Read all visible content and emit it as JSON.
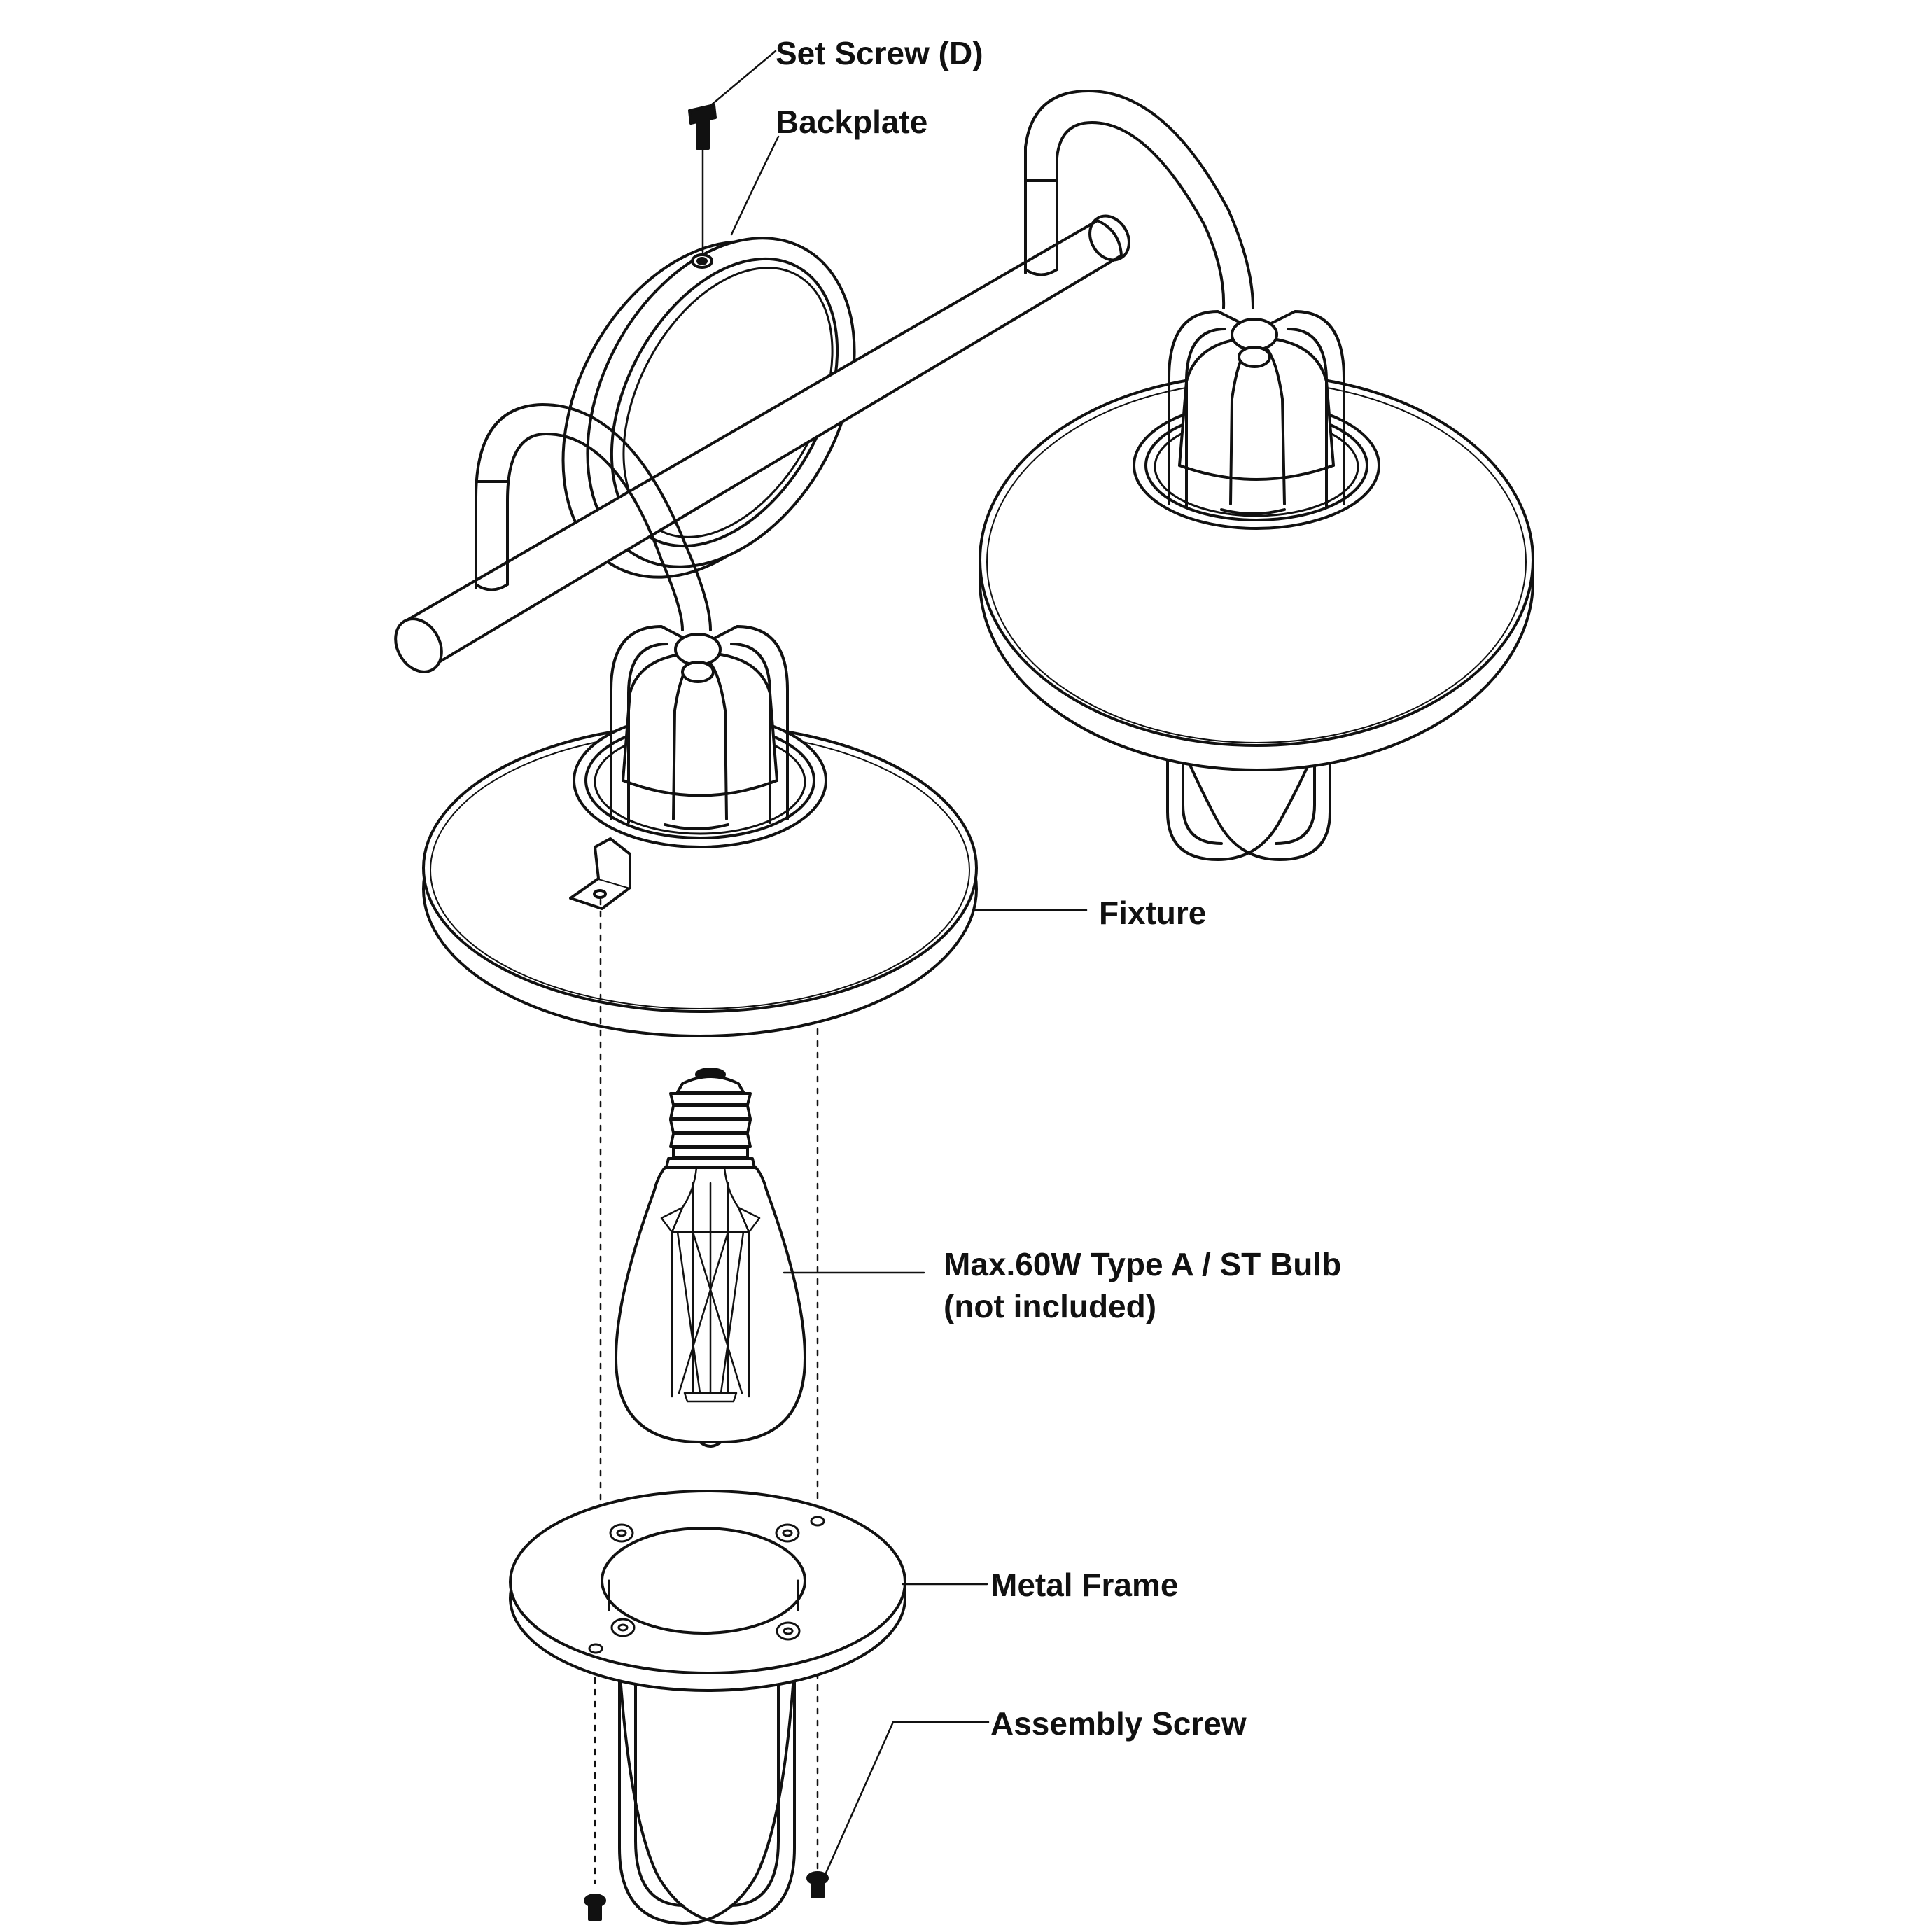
{
  "labels": {
    "set_screw": "Set Screw (D)",
    "backplate": "Backplate",
    "fixture": "Fixture",
    "bulb_line1": "Max.60W Type A / ST Bulb",
    "bulb_line2": "(not included)",
    "metal_frame": "Metal Frame",
    "assembly_screw": "Assembly Screw"
  },
  "colors": {
    "ink": "#111111",
    "paper": "#ffffff"
  }
}
